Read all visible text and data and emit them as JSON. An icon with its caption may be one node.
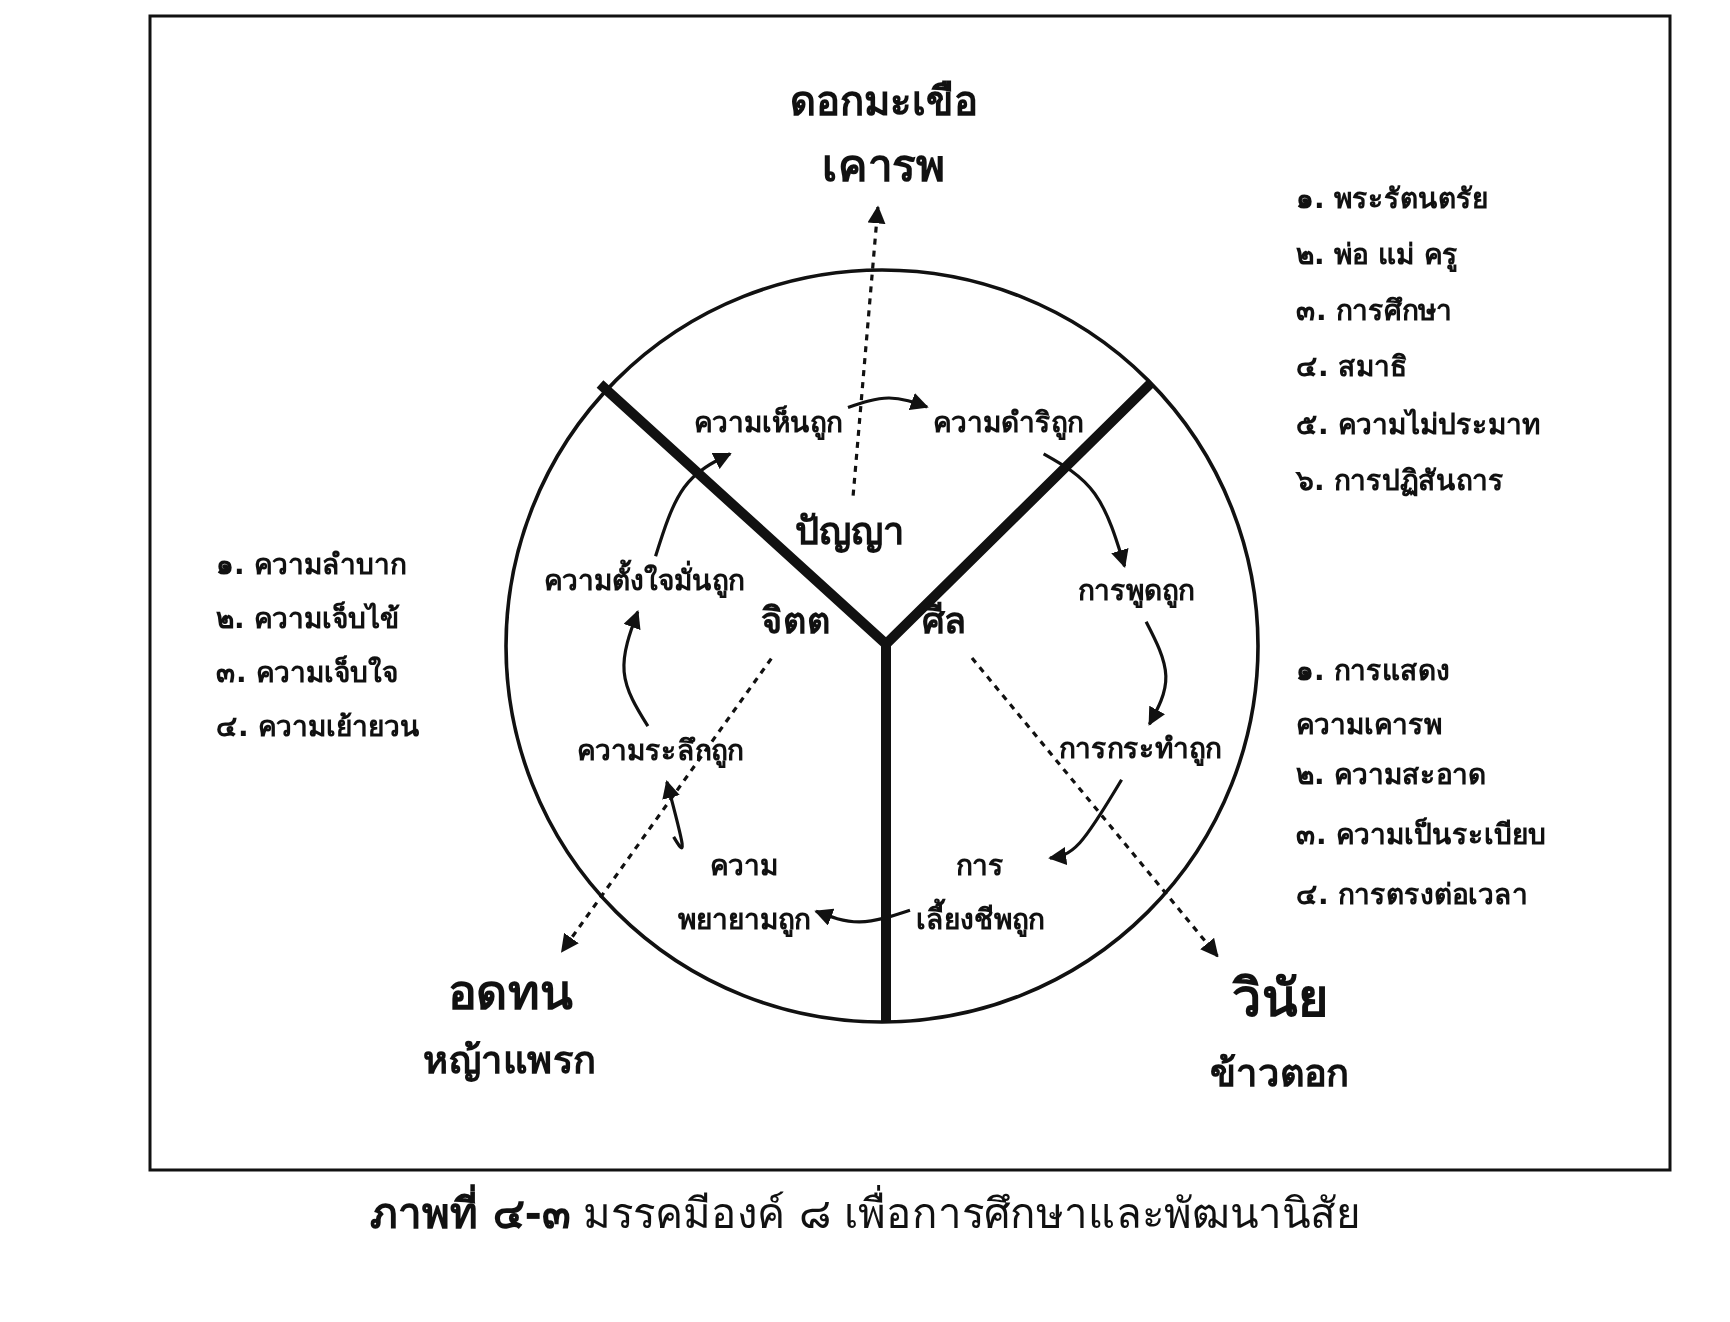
{
  "diagram": {
    "caption": "**ภาพที่ ๔-๓** มรรคมีองค์ ๘ เพื่อการศึกษาและพัฒนานิสัย",
    "nodes": [
      {
        "text": [],
        "shape": "circle"
      },
      {
        "text": [
          "ปัญญา"
        ],
        "in": 0
      },
      {
        "text": [
          "จิตต"
        ],
        "in": 0
      },
      {
        "text": [
          "ศีล"
        ],
        "in": 0
      },
      {
        "text": [
          "ความเห็นถูก"
        ],
        "in": 0
      },
      {
        "text": [
          "ความดำริถูก"
        ],
        "in": 0
      },
      {
        "text": [
          "การพูดถูก"
        ],
        "in": 0
      },
      {
        "text": [
          "การกระทำถูก"
        ],
        "in": 0
      },
      {
        "text": [
          "การ เลี้ยงชีพถูก"
        ],
        "in": 0
      },
      {
        "text": [
          "ความ พยายามถูก"
        ],
        "in": 0
      },
      {
        "text": [
          "ความระลึกถูก"
        ],
        "in": 0
      },
      {
        "text": [
          "ความตั้งใจมั่นถูก"
        ],
        "in": 0
      },
      {
        "text": [
          "ดอกมะเขือ",
          "เคารพ"
        ]
      },
      {
        "text": [
          "อดทน",
          "หญ้าแพรก"
        ]
      },
      {
        "text": [
          "วินัย",
          "ข้าวตอก"
        ]
      }
    ],
    "edges": [
      {
        "from": 4,
        "to": 5,
        "arrow": "to"
      },
      {
        "from": 5,
        "to": 6,
        "arrow": "to"
      },
      {
        "from": 6,
        "to": 7,
        "arrow": "to"
      },
      {
        "from": 7,
        "to": 8,
        "arrow": "to"
      },
      {
        "from": 8,
        "to": 9,
        "arrow": "to"
      },
      {
        "from": 9,
        "to": 10,
        "arrow": "to"
      },
      {
        "from": 10,
        "to": 11,
        "arrow": "to"
      },
      {
        "from": 11,
        "to": 4,
        "arrow": "to"
      },
      {
        "from": 1,
        "to": 12,
        "arrow": "to",
        "style": "dashed"
      },
      {
        "from": 2,
        "to": 13,
        "arrow": "to",
        "style": "dashed"
      },
      {
        "from": 3,
        "to": 14,
        "arrow": "to",
        "style": "dashed"
      }
    ],
    "labels": [
      "๑. พระรัตนตรัย",
      "๒. พ่อ แม่ ครู",
      "๓. การศึกษา",
      "๔. สมาธิ",
      "๕. ความไม่ประมาท",
      "๖. การปฏิสันถาร",
      "๑. ความลำบาก",
      "๒. ความเจ็บไข้",
      "๓. ความเจ็บใจ",
      "๔. ความเย้ายวน",
      "๑. การแสดง ความเคารพ",
      "๒. ความสะอาด",
      "๓. ความเป็นระเบียบ",
      "๔. การตรงต่อเวลา"
    ]
  }
}
